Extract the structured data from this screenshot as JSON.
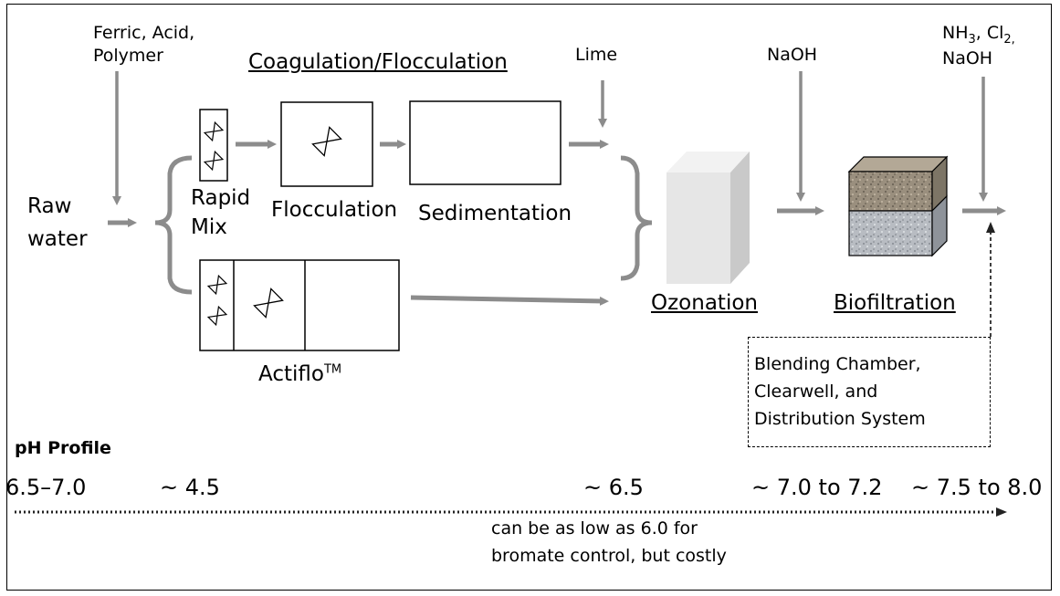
{
  "inputs": {
    "ferric_acid_polymer": [
      "Ferric, Acid,",
      "Polymer"
    ],
    "lime": "Lime",
    "naoh": "NaOH",
    "final_chemicals_line1_parts": [
      "NH",
      "3",
      ", Cl",
      "2,"
    ],
    "final_chemicals_line2": "NaOH"
  },
  "headings": {
    "coag_flocc": "Coagulation/Flocculation",
    "ph_profile": "pH Profile"
  },
  "raw_water": [
    "Raw",
    "water"
  ],
  "units": {
    "rapid_mix": [
      "Rapid",
      "Mix"
    ],
    "flocculation": "Flocculation",
    "sedimentation": "Sedimentation",
    "actiflo": "Actiflo",
    "actiflo_tm": "TM",
    "ozonation": "Ozonation",
    "biofiltration": "Biofiltration"
  },
  "downstream_note": [
    "Blending Chamber,",
    "Clearwell, and",
    "Distribution System"
  ],
  "ph_values": {
    "raw": "6.5–7.0",
    "after_coag": "~ 4.5",
    "after_lime": "~ 6.5",
    "after_naoh": "~ 7.0 to 7.2",
    "final": "~ 7.5 to 8.0"
  },
  "ph_note": [
    "can be as low as 6.0 for",
    "bromate control, but costly"
  ],
  "colors": {
    "arrow": "#8c8c8c",
    "ozonation_box": "#e6e6e6",
    "biofilter_top": "#9a8f7e",
    "biofilter_bottom": "#b8bcc2"
  }
}
